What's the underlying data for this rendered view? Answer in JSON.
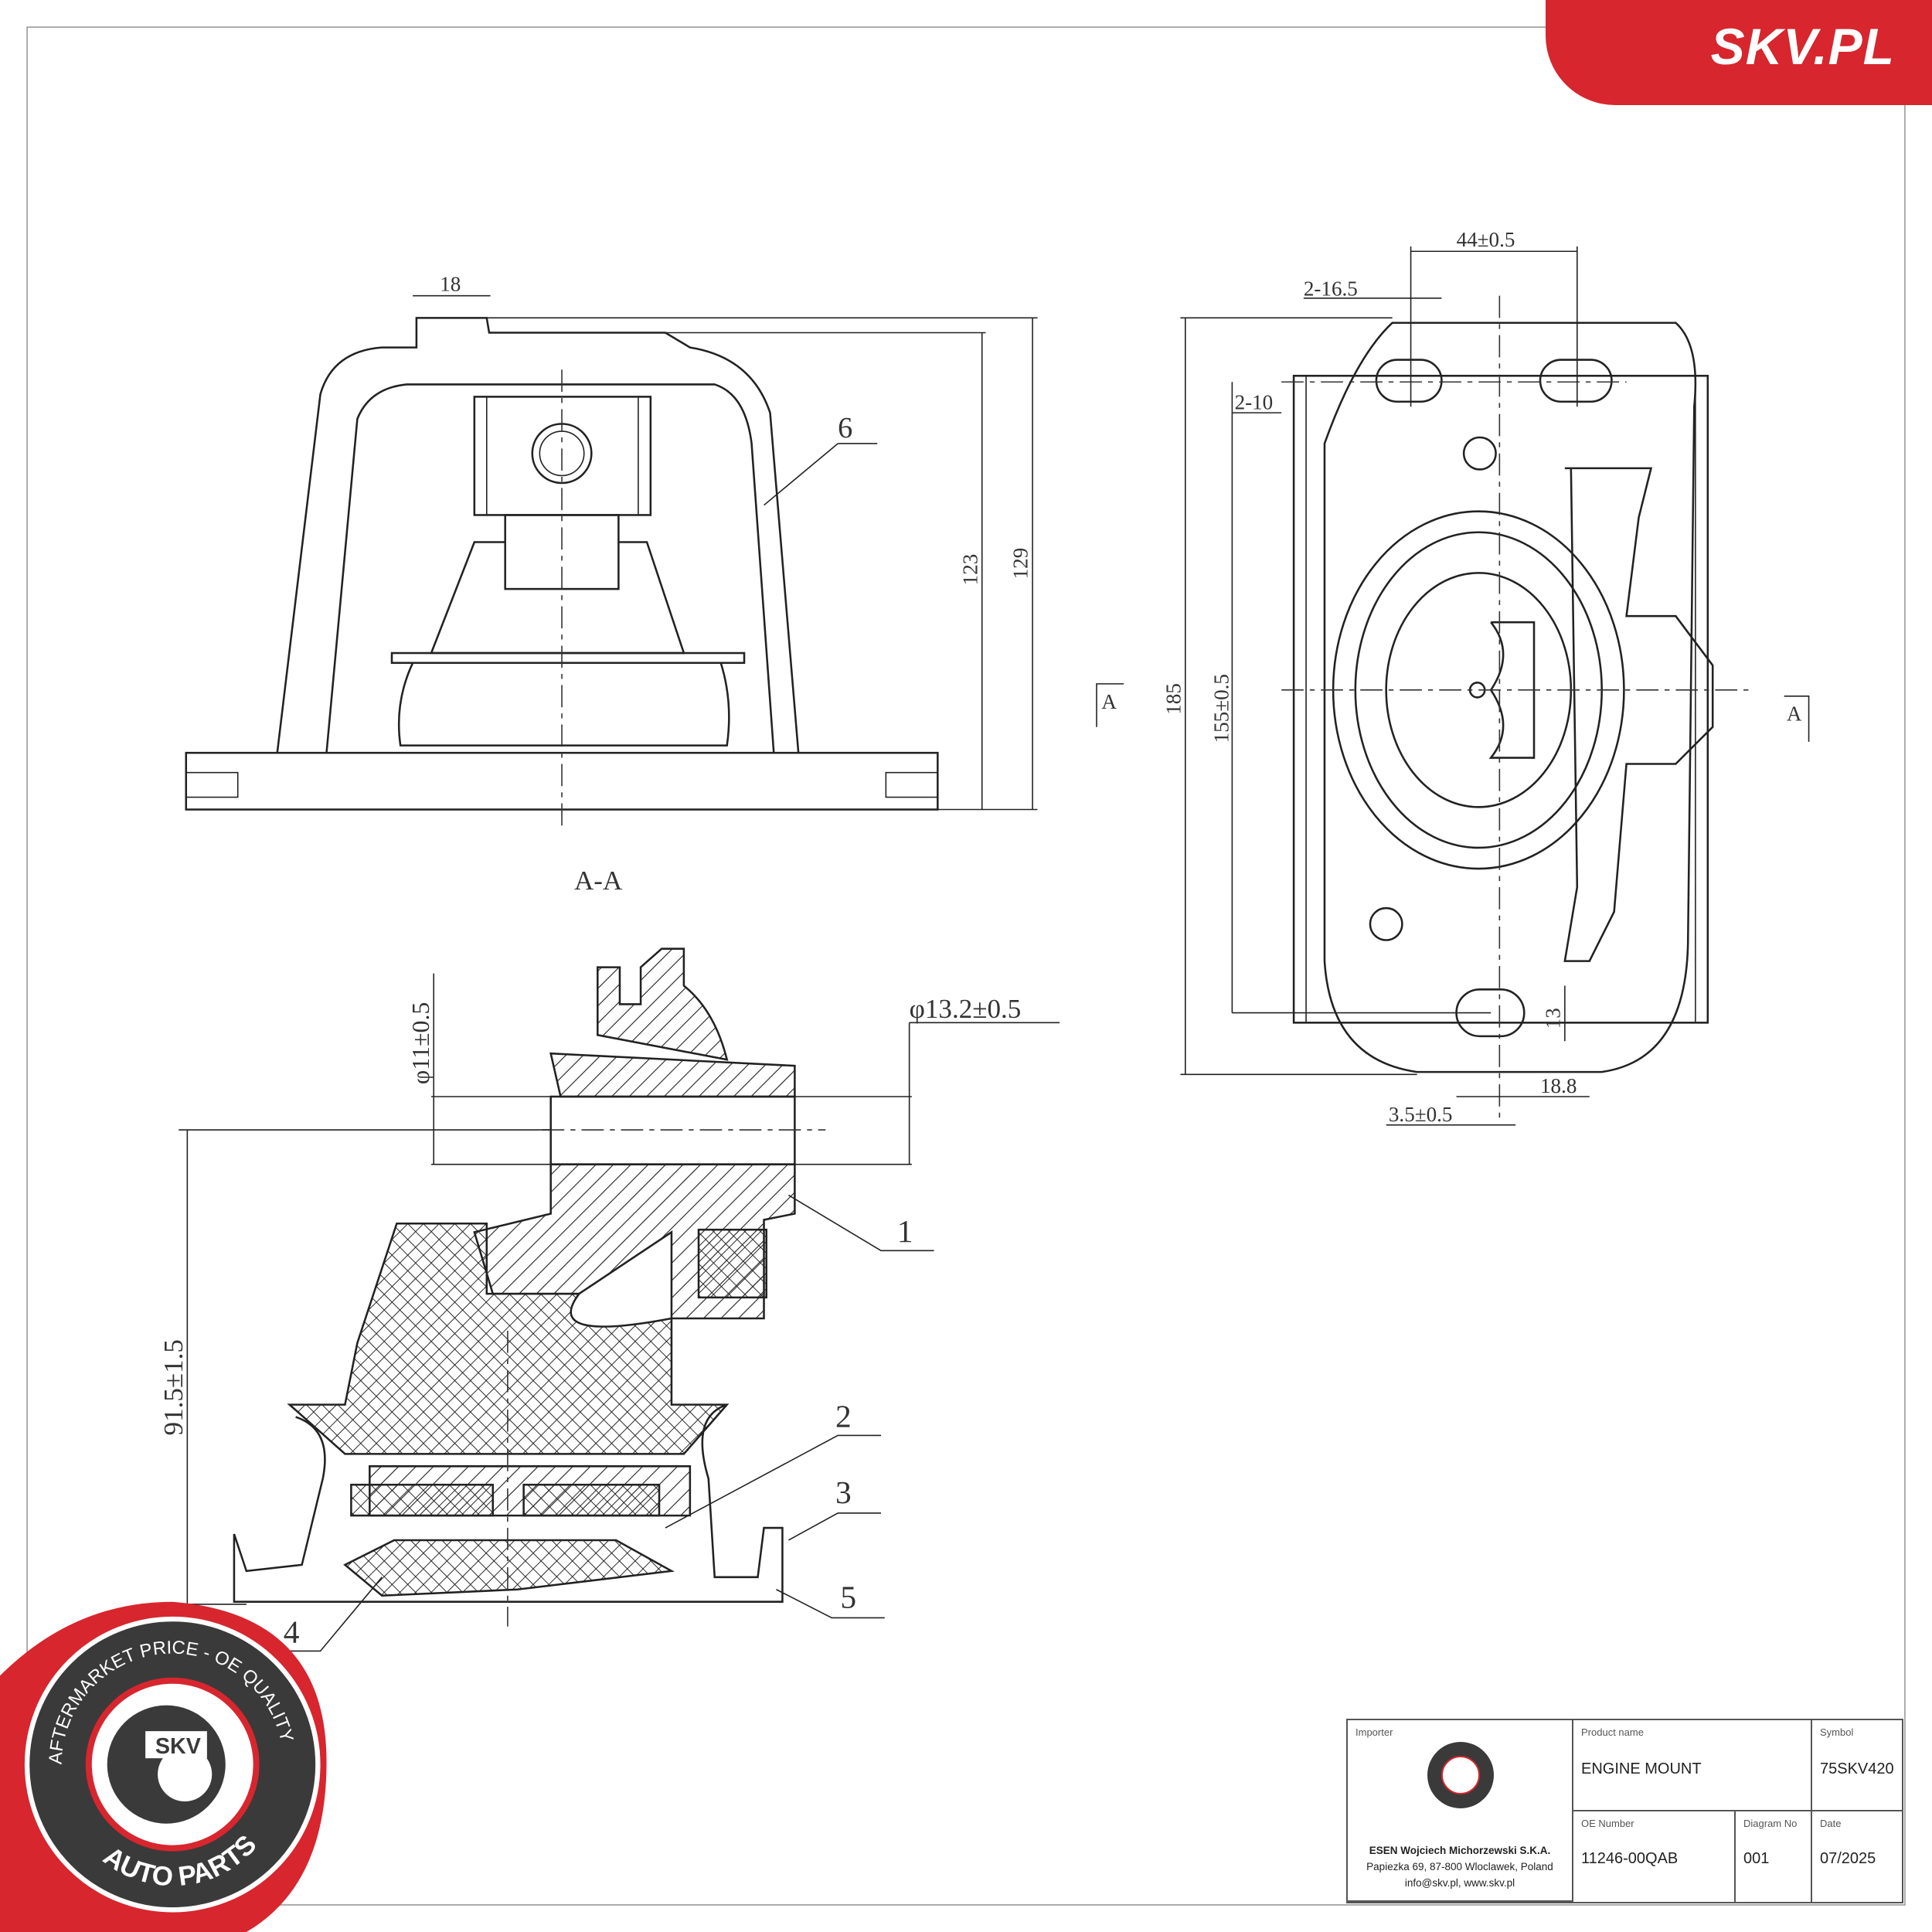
{
  "brand": {
    "logo_text": "SKV.PL",
    "color": "#d7262e"
  },
  "seal": {
    "top_text": "AFTERMARKET PRICE - OE QUALITY",
    "center_text": "SKV",
    "bottom_text": "AUTO PARTS"
  },
  "views": {
    "front": {
      "dims": {
        "width_tab": "18",
        "height_inner": "123",
        "height_total": "129"
      },
      "callout": "6"
    },
    "section": {
      "title": "A-A",
      "dims": {
        "bore": "φ11±0.5",
        "bore_outer": "φ13.2±0.5",
        "height": "91.5±1.5"
      },
      "callouts": [
        "1",
        "2",
        "3",
        "4",
        "5"
      ]
    },
    "top": {
      "dims": {
        "hole_pitch": "44±0.5",
        "slot_length": "2-16.5",
        "slot_width": "2-10",
        "height_total": "185",
        "hole_spacing": "155±0.5",
        "slot_h": "13",
        "offset": "18.8",
        "thickness": "3.5±0.5"
      },
      "section_marker": "A"
    }
  },
  "title_block": {
    "importer_label": "Importer",
    "importer_name": "ESEN Wojciech Michorzewski S.K.A.",
    "importer_address": "Papiezka 69, 87-800 Wloclawek, Poland",
    "importer_contact": "info@skv.pl, www.skv.pl",
    "product_name_label": "Product name",
    "product_name": "ENGINE MOUNT",
    "symbol_label": "Symbol",
    "symbol": "75SKV420",
    "oe_number_label": "OE Number",
    "oe_number": "11246-00QAB",
    "diagram_no_label": "Diagram No",
    "diagram_no": "001",
    "date_label": "Date",
    "date": "07/2025"
  }
}
